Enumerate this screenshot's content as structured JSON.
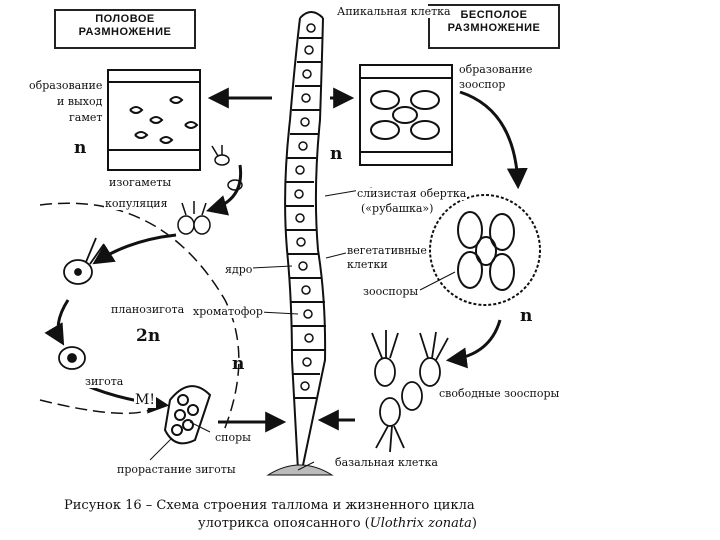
{
  "boxes": {
    "sexual": {
      "line1": "Половое",
      "line2": "размножение"
    },
    "asexual": {
      "line1": "Бесполое",
      "line2": "размножение"
    }
  },
  "labels": {
    "apical_cell": "Апикальная клетка",
    "gametes_form": "образование",
    "gametes_exit": "и выход",
    "gametes_word": "гамет",
    "zoospore_form": "образование",
    "zoospore_word": "зооспор",
    "isogametes": "изогаметы",
    "copulation": "копуляция",
    "mucous_1": "слизистая обертка",
    "mucous_2": "(«рубашка»)",
    "nucleus": "ядро",
    "vegetative_1": "вегетативные",
    "vegetative_2": "клетки",
    "zoospores": "зооспоры",
    "planozygote": "планозигота",
    "chromatophore": "хроматофор",
    "zygote": "зигота",
    "meiosis": "М!",
    "spores": "споры",
    "free_zoospores": "свободные зооспоры",
    "zygote_germ": "прорастание зиготы",
    "basal_cell": "базальная клетка"
  },
  "ploidy": {
    "n1": "n",
    "n2": "n",
    "n3": "n",
    "n4": "n",
    "two_n": "2n"
  },
  "caption": {
    "line1": "Рисунок 16 – Схема строения таллома и жизненного цикла",
    "line2_prefix": "улотрикса опоясанного (",
    "line2_latin": "Ulothrix zonata",
    "line2_suffix": ")"
  }
}
